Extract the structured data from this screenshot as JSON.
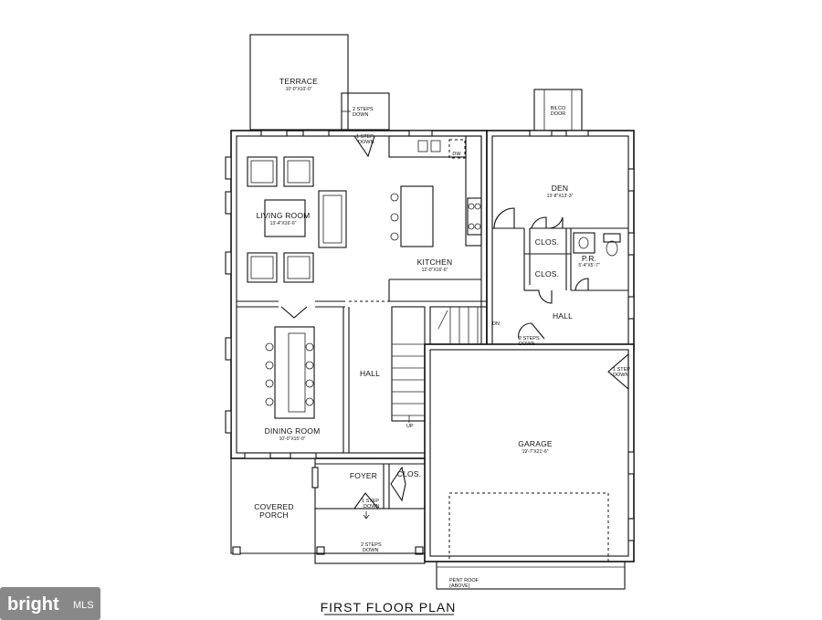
{
  "plan_title": "FIRST FLOOR PLAN",
  "rooms": {
    "terrace": {
      "name": "TERRACE",
      "dim": "10'-0\"X10'-0\""
    },
    "living_room": {
      "name": "LIVING ROOM",
      "dim": "13'-4\"X16'-6\""
    },
    "kitchen": {
      "name": "KITCHEN",
      "dim": "12'-0\"X16'-6\""
    },
    "den": {
      "name": "DEN",
      "dim": "13'-8\"X13'-3\""
    },
    "closet_1": {
      "name": "CLOS."
    },
    "closet_2": {
      "name": "CLOS."
    },
    "powder_room": {
      "name": "P.R.",
      "dim": "5'-4\"X5'-7\""
    },
    "hall_east": {
      "name": "HALL"
    },
    "hall_center": {
      "name": "HALL"
    },
    "dining_room": {
      "name": "DINING ROOM",
      "dim": "10'-0\"X15'-0\""
    },
    "garage": {
      "name": "GARAGE",
      "dim": "19'-7\"X21'-6\""
    },
    "foyer": {
      "name": "FOYER"
    },
    "closet_foyer": {
      "name": "CLOS."
    },
    "covered_porch": {
      "name": "COVERED\nPORCH",
      "line1": "COVERED",
      "line2": "PORCH"
    }
  },
  "notes": {
    "steps_terrace_l1": "2 STEPS",
    "steps_terrace_l2": "DOWN",
    "step_living_l1": "1 STEP",
    "step_living_l2": "DOWN",
    "door_den_l1": "BILCO",
    "door_den_l2": "DOOR",
    "dw": "DW",
    "dn": "DN",
    "up": "UP",
    "steps_garage_l1": "2 STEPS",
    "steps_garage_l2": "DOWN",
    "step_garage_side_l1": "1 STEP",
    "step_garage_side_l2": "DOWN",
    "step_foyer_l1": "1 STEP",
    "step_foyer_l2": "DOWN",
    "steps_porch_l1": "2 STEPS",
    "steps_porch_l2": "DOWN",
    "pent_roof_l1": "PENT ROOF",
    "pent_roof_l2": "(ABOVE)"
  },
  "watermark": {
    "brand": "bright",
    "suffix": "MLS"
  }
}
